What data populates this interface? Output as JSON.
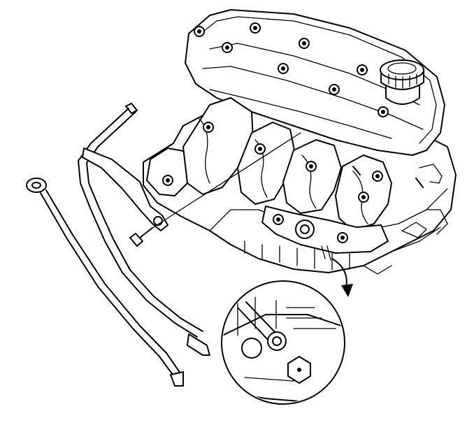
{
  "figure": {
    "kind": "engine-service-illustration",
    "parts": [
      "engine-block",
      "valve-cover",
      "oil-fill-cap",
      "exhaust-manifold",
      "oil-level-indicator",
      "oil-level-indicator-tube",
      "tube-bracket",
      "bracket-bolt",
      "detail-callout"
    ],
    "colors": {
      "line": "#000000",
      "background": "#ffffff"
    }
  }
}
